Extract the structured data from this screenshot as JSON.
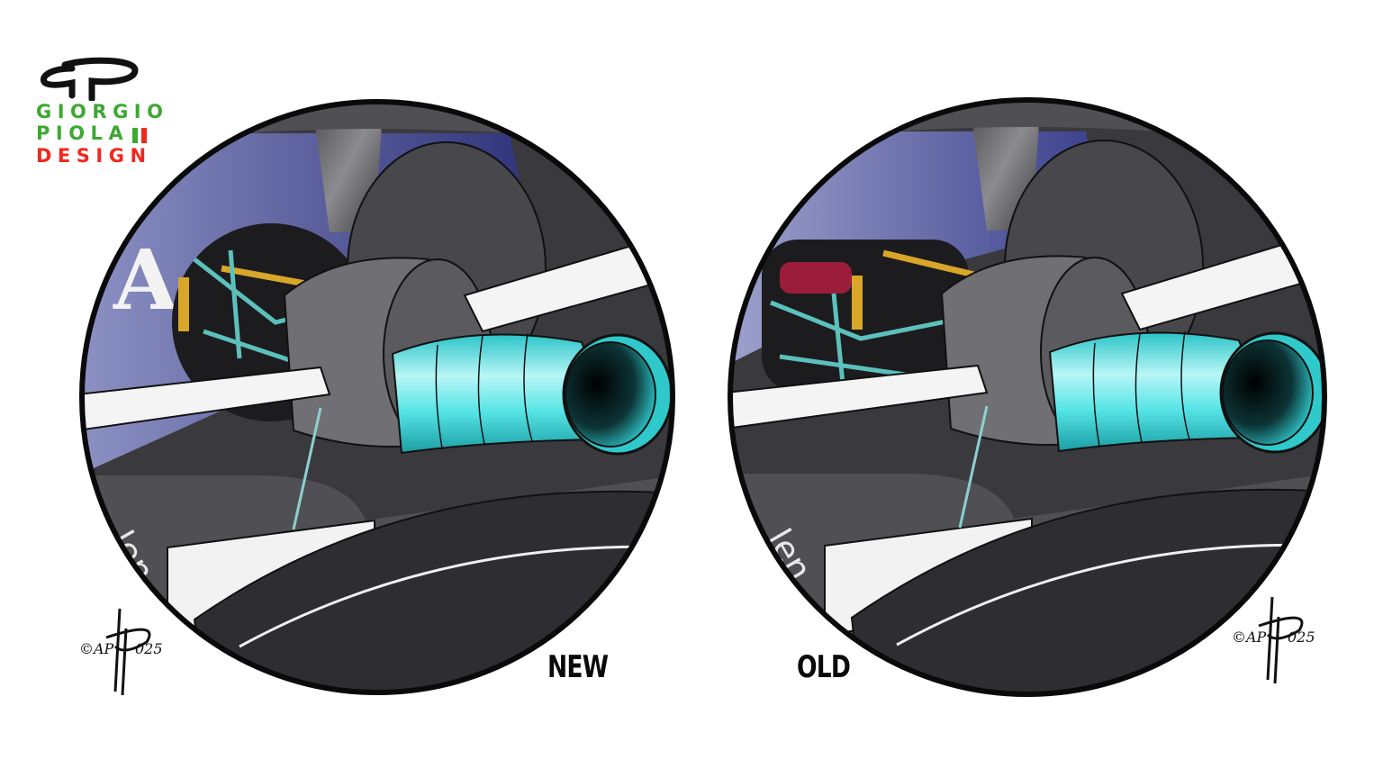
{
  "logo": {
    "monogram": "GP",
    "line1": "GIORGIO",
    "line2": "PIOLA",
    "line3": "DESIGN",
    "colors": {
      "green": "#3ea832",
      "red": "#f0281e",
      "black": "#111111"
    }
  },
  "panels": [
    {
      "label": "NEW",
      "signature": "©AP 2025",
      "sponsor_fragment_top": "A",
      "sponsor_fragment_side": "len",
      "brake_duct_color": "#3fd9dc"
    },
    {
      "label": "OLD",
      "signature": "©AP 2025",
      "sponsor_fragment_side": "len",
      "brake_duct_color": "#3fd9dc"
    }
  ],
  "palette": {
    "carbon_gray": "#6e6e70",
    "dark_carbon": "#2b2b2e",
    "livery_blue": "#3a3f8c",
    "livery_light": "#8d92c4",
    "cyan_duct": "#3fd9dc",
    "cyan_light": "#b8f4f4",
    "damper_gold": "#d8a628",
    "accumulator_red": "#9c1c3c"
  }
}
